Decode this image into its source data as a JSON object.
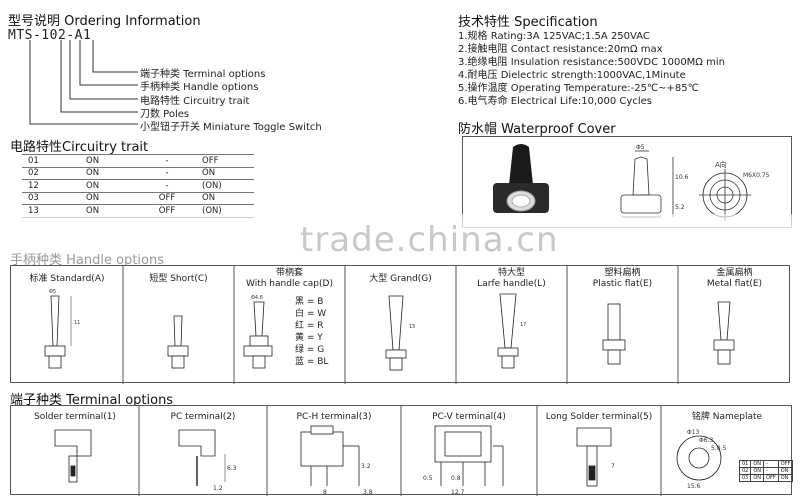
{
  "ordering": {
    "title": "型号说明 Ordering Information",
    "model": "MTS-102-A1",
    "legend": [
      "端子种类 Terminal options",
      "手柄种类 Handle options",
      "电路特性 Circuitry trait",
      "刀数 Poles",
      "小型钮子开关 Miniature Toggle Switch"
    ]
  },
  "circuitry": {
    "title": "电路特性Circuitry trait",
    "rows": [
      [
        "01",
        "ON",
        "-",
        "OFF"
      ],
      [
        "02",
        "ON",
        "-",
        "ON"
      ],
      [
        "12",
        "ON",
        "-",
        "(ON)"
      ],
      [
        "03",
        "ON",
        "OFF",
        "ON"
      ],
      [
        "13",
        "ON",
        "OFF",
        "(ON)"
      ]
    ]
  },
  "spec": {
    "title": "技术特性 Specification",
    "items": [
      "1.规格 Rating:3A  125VAC;1.5A 250VAC",
      "2.接触电阻 Contact resistance:20mΩ max",
      "3.绝缘电阻 Insulation resistance:500VDC  1000MΩ  min",
      "4.耐电压 Dielectric strength:1000VAC,1Minute",
      "5.操作温度 Operating Temperature:-25℃~+85℃",
      "6.电气寿命 Electrical Life:10,000 Cycles"
    ]
  },
  "waterproof": {
    "title": "防水帽 Waterproof Cover",
    "dims": [
      "Φ5",
      "10.6",
      "5.2",
      "A向",
      "M6X0.75"
    ]
  },
  "watermark": "trade.china.cn",
  "handles": {
    "title": "手柄种类 Handle options",
    "items": [
      {
        "title": "标准 Standard(A)",
        "sub": ""
      },
      {
        "title": "短型 Short(C)",
        "sub": ""
      },
      {
        "title": "带柄套",
        "sub": "With handle cap(D)"
      },
      {
        "title": "大型 Grand(G)",
        "sub": ""
      },
      {
        "title": "特大型",
        "sub": "Larfe handle(L)"
      },
      {
        "title": "塑料扁柄",
        "sub": "Plastic flat(E)"
      },
      {
        "title": "金属扁柄",
        "sub": "Metal flat(E)"
      }
    ],
    "colors": [
      "黑 = B",
      "白 = W",
      "红 = R",
      "黄 = Y",
      "绿 = G",
      "蓝 = BL"
    ],
    "dims": [
      "Φ5",
      "11",
      "Φ4.6",
      "15",
      "17"
    ]
  },
  "terminals": {
    "title": "端子种类 Terminal options",
    "items": [
      "Solder terminal(1)",
      "PC  terminal(2)",
      "PC-H  terminal(3)",
      "PC-V  terminal(4)",
      "Long Solder terminal(5)",
      "铭牌 Nameplate"
    ],
    "dims": [
      "6.3",
      "1.2",
      "3.2",
      "8",
      "3.8",
      "0.5",
      "0.8",
      "12.7",
      "7",
      "Φ13",
      "Φ6.3",
      "5.0.5",
      "15.6"
    ],
    "nameplate": [
      [
        "01",
        "ON",
        "-",
        "OFF"
      ],
      [
        "02",
        "ON",
        "-",
        "ON"
      ],
      [
        "03",
        "ON",
        "OFF",
        "ON"
      ]
    ]
  }
}
